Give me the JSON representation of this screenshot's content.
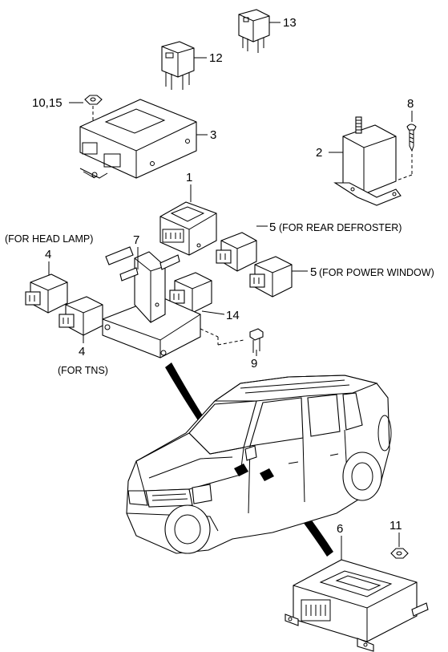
{
  "callouts": {
    "c1": "1",
    "c2": "2",
    "c3": "3",
    "c4a": "4",
    "c4b": "4",
    "c5a": "5",
    "c5b": "5",
    "c6": "6",
    "c7": "7",
    "c8": "8",
    "c9": "9",
    "c10_15": "10,15",
    "c11": "11",
    "c12": "12",
    "c13": "13",
    "c14": "14"
  },
  "notes": {
    "rear_defroster": "(FOR REAR DEFROSTER)",
    "power_window": "(FOR POWER WINDOW)",
    "head_lamp": "(FOR HEAD LAMP)",
    "tns": "(FOR TNS)"
  }
}
